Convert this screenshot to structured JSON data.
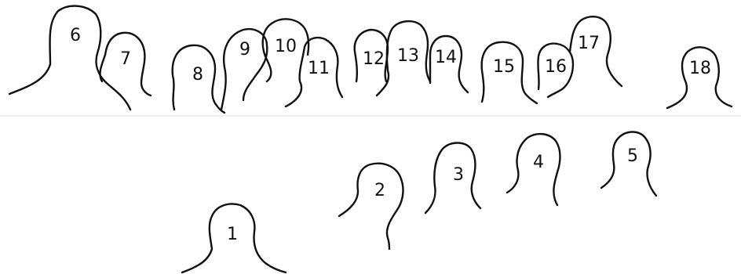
{
  "figures": [
    {
      "number": "1"
    },
    {
      "number": "2"
    },
    {
      "number": "3"
    },
    {
      "number": "4"
    },
    {
      "number": "5"
    },
    {
      "number": "6"
    },
    {
      "number": "7"
    },
    {
      "number": "8"
    },
    {
      "number": "9"
    },
    {
      "number": "10"
    },
    {
      "number": "11"
    },
    {
      "number": "12"
    },
    {
      "number": "13"
    },
    {
      "number": "14"
    },
    {
      "number": "15"
    },
    {
      "number": "16"
    },
    {
      "number": "17"
    },
    {
      "number": "18"
    }
  ]
}
